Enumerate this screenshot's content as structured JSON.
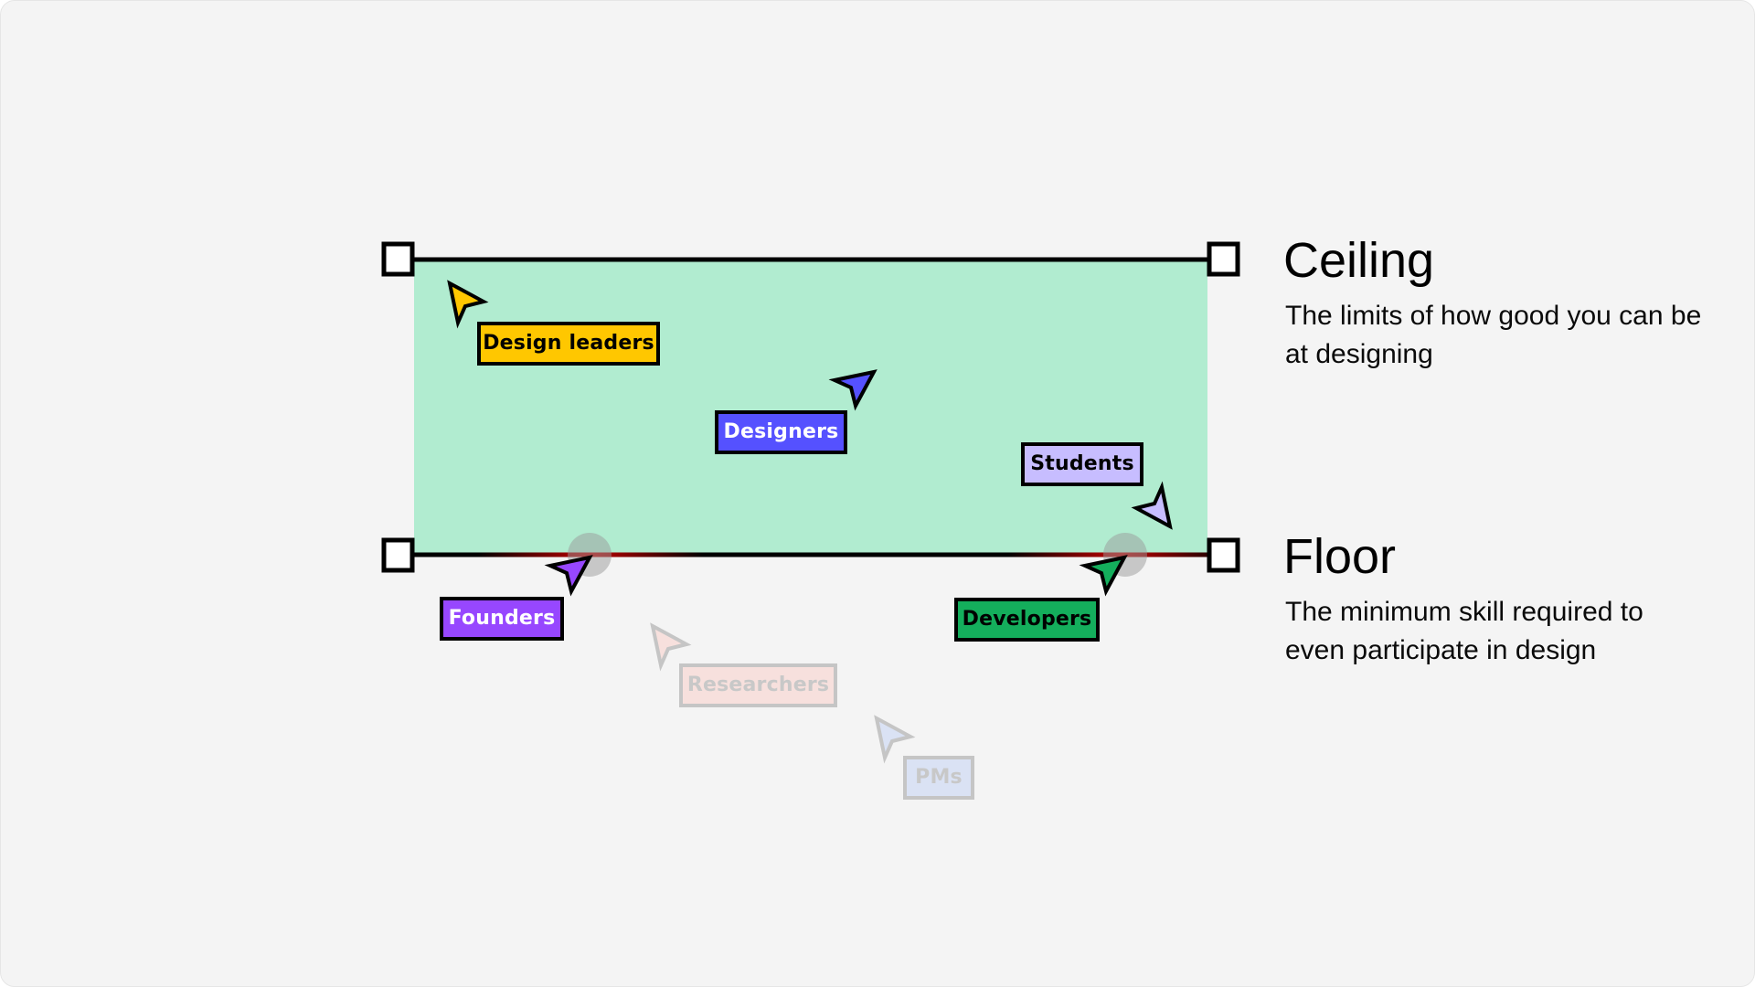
{
  "colors": {
    "background": "#f4f4f4",
    "band_fill": "#b1ecd0",
    "line": "#000000",
    "handle_fill": "#ffffff",
    "highlight_line": "#c00000",
    "highlight_circle": "#9a9a9a"
  },
  "ceiling": {
    "title": "Ceiling",
    "description": "The limits of how good you can be at designing"
  },
  "floor": {
    "title": "Floor",
    "description": "The minimum skill required to even participate in design"
  },
  "groups": [
    {
      "id": "design-leaders",
      "label": "Design leaders",
      "fill": "#ffc700",
      "text_color": "#000000",
      "faded": false,
      "cursor_icon": "cursor-arrow-icon"
    },
    {
      "id": "designers",
      "label": "Designers",
      "fill": "#5551ff",
      "text_color": "#ffffff",
      "faded": false,
      "cursor_icon": "cursor-arrow-icon"
    },
    {
      "id": "students",
      "label": "Students",
      "fill": "#c7bdff",
      "text_color": "#000000",
      "faded": false,
      "cursor_icon": "cursor-arrow-icon"
    },
    {
      "id": "founders",
      "label": "Founders",
      "fill": "#9747ff",
      "text_color": "#ffffff",
      "faded": false,
      "cursor_icon": "cursor-arrow-icon"
    },
    {
      "id": "developers",
      "label": "Developers",
      "fill": "#14ae5c",
      "text_color": "#000000",
      "faded": false,
      "cursor_icon": "cursor-arrow-icon"
    },
    {
      "id": "researchers",
      "label": "Researchers",
      "fill": "#f7e0dd",
      "text_color": "#c8c8c8",
      "faded": true,
      "cursor_icon": "cursor-arrow-icon"
    },
    {
      "id": "pms",
      "label": "PMs",
      "fill": "#dae2f4",
      "text_color": "#c8c8c8",
      "faded": true,
      "cursor_icon": "cursor-arrow-icon"
    }
  ]
}
